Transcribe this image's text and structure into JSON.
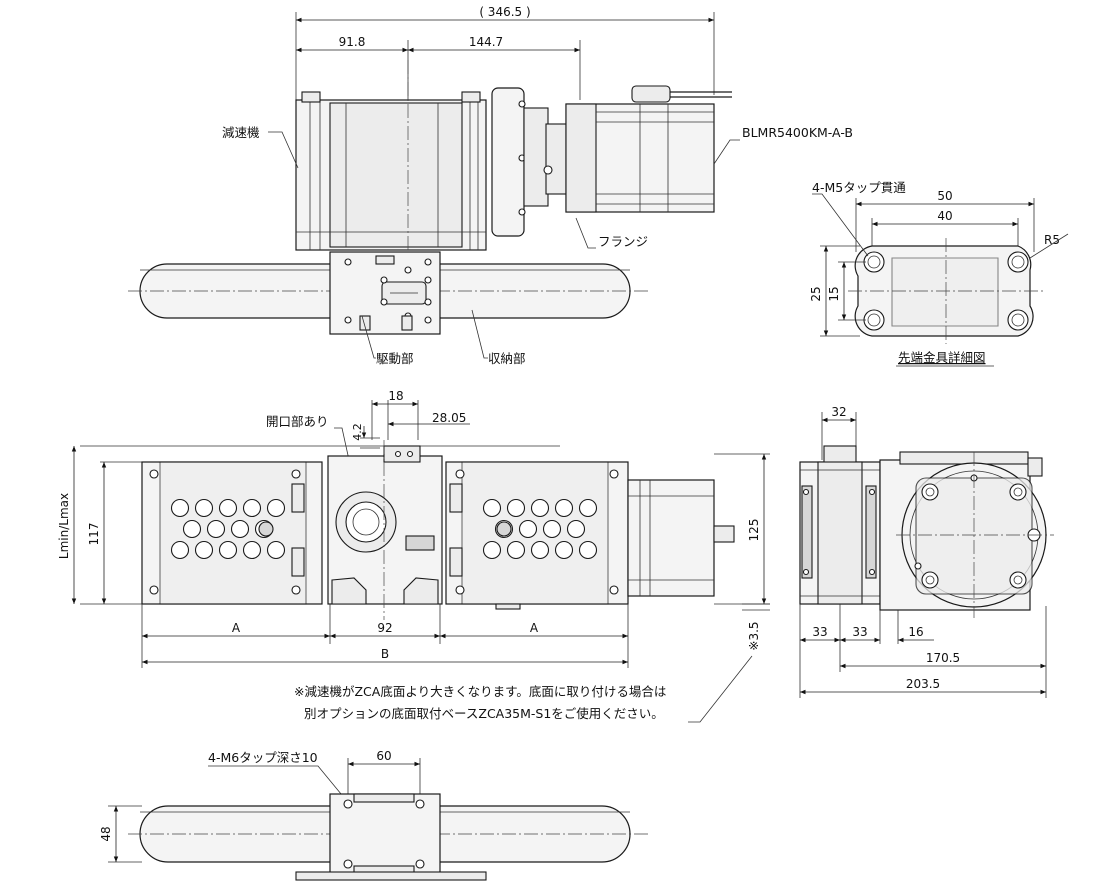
{
  "dimensions": {
    "overall_length": "( 346.5 )",
    "reducer_offset": "91.8",
    "motor_offset": "144.7",
    "tip_width_outer": "50",
    "tip_width_inner": "40",
    "tip_radius": "R5",
    "tip_height_outer": "25",
    "tip_height_inner": "15",
    "opening_width": "18",
    "opening_offset": "28.05",
    "opening_depth": "4.2",
    "front_height_left": "117",
    "front_height_right": "125",
    "stroke_label": "Lmin/Lmax",
    "side_a_left": "A",
    "center_width": "92",
    "side_a_right": "A",
    "overall_b": "B",
    "protrusion": "※3.5",
    "side_top_width": "32",
    "side_w1": "33",
    "side_w2": "33",
    "side_w3": "16",
    "side_total1": "170.5",
    "side_total2": "203.5",
    "bottom_tap_pitch": "60",
    "bottom_height": "48"
  },
  "labels": {
    "reducer": "減速機",
    "motor_model": "BLMR5400KM-A-B",
    "flange": "フランジ",
    "tap_tip": "4-M5タップ貫通",
    "tip_detail": "先端金具詳細図",
    "drive_unit": "駆動部",
    "storage_unit": "収納部",
    "opening": "開口部あり",
    "tap_bottom": "4-M6タップ深さ10"
  },
  "note": {
    "line1": "※減速機がZCA底面より大きくなります。底面に取り付ける場合は",
    "line2": "別オプションの底面取付ベースZCA35M-S1をご使用ください。"
  }
}
